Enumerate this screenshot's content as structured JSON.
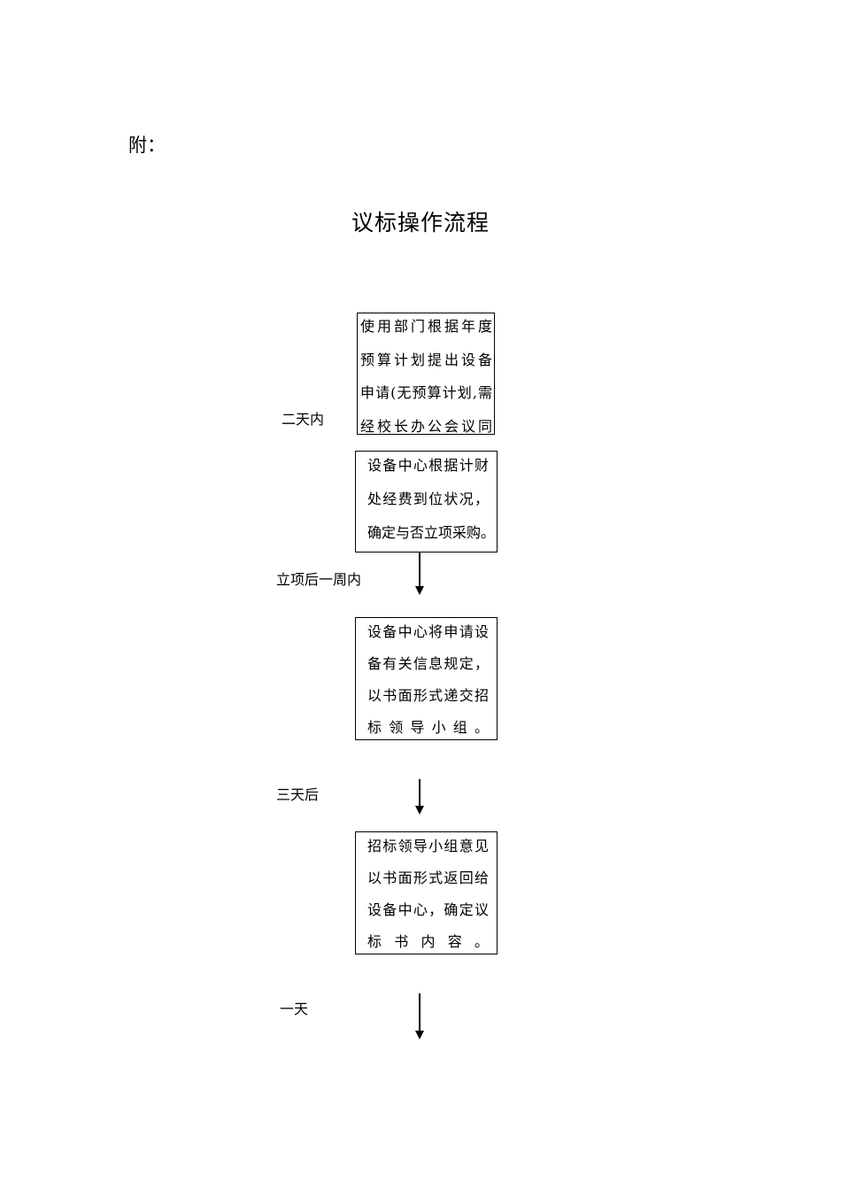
{
  "document": {
    "prefix": "附：",
    "title": "议标操作流程"
  },
  "flow": {
    "steps": [
      {
        "lines": [
          "使用部门根据年度",
          "预算计划提出设备",
          "申请(无预算计划,需",
          "经校长办公会议同"
        ]
      },
      {
        "lines": [
          "设备中心根据计财",
          "处经费到位状况，",
          "确定与否立项采购。"
        ]
      },
      {
        "lines": [
          "设备中心将申请设",
          "备有关信息规定，",
          "以书面形式递交招",
          "标领导小组。"
        ]
      },
      {
        "lines": [
          "招标领导小组意见",
          "以书面形式返回给",
          "设备中心，确定议",
          "标书内容。"
        ]
      }
    ],
    "labels": [
      "二天内",
      "立项后一周内",
      "三天后",
      "一天"
    ]
  }
}
